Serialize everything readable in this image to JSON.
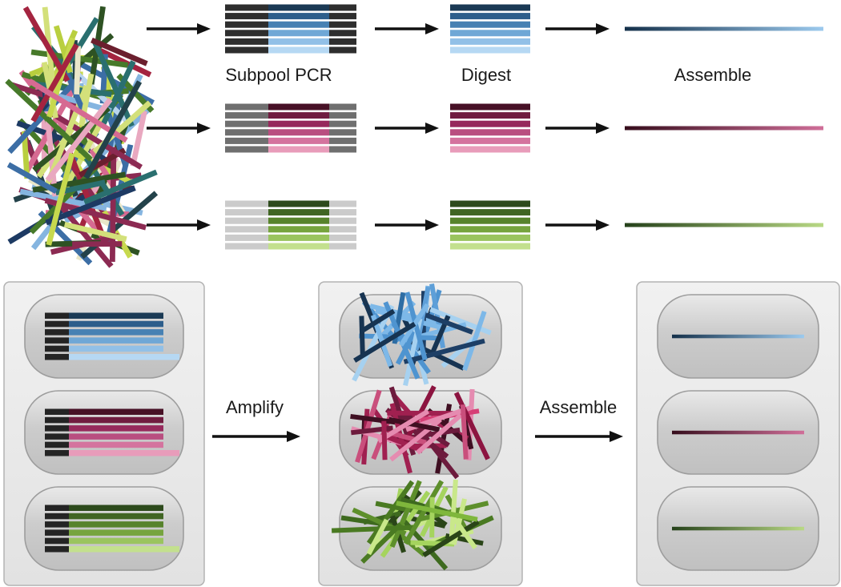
{
  "labels": {
    "subpool_pcr": "Subpool PCR",
    "digest": "Digest",
    "assemble_top": "Assemble",
    "amplify": "Amplify",
    "assemble_bottom": "Assemble"
  },
  "arrow_color": "#111111",
  "well_cap_color": "#242424",
  "pools": [
    {
      "name": "blue",
      "cap_color": "#2e2e2e",
      "shades": [
        "#1b3a55",
        "#2d5e8b",
        "#4781b3",
        "#6fa7d6",
        "#92c0e7",
        "#b6d8f3"
      ],
      "line_gradient": [
        "#14304a",
        "#9ccaee"
      ],
      "tangle_palette": [
        "#1d3f66",
        "#2e6da4",
        "#4f94d0",
        "#7db8e8",
        "#a6d1f0",
        "#173452",
        "#5e9fd8"
      ]
    },
    {
      "name": "pink",
      "cap_color": "#6f6f6f",
      "shades": [
        "#471126",
        "#701c40",
        "#96295c",
        "#b94e80",
        "#d4739e",
        "#e89cba"
      ],
      "line_gradient": [
        "#360d1c",
        "#d06f99"
      ],
      "tangle_palette": [
        "#3f0f22",
        "#6d1b3d",
        "#a02050",
        "#c94f7c",
        "#e58bb0",
        "#8c1440",
        "#d63f76"
      ]
    },
    {
      "name": "green",
      "cap_color": "#cbcbcb",
      "shades": [
        "#2d4a1c",
        "#406523",
        "#57832c",
        "#76a43e",
        "#9ac45f",
        "#c3e08e"
      ],
      "line_gradient": [
        "#25411a",
        "#b9d985"
      ],
      "tangle_palette": [
        "#2a4518",
        "#3e6a1f",
        "#5d8f2b",
        "#7fb73c",
        "#a5d45e",
        "#c9e88a",
        "#4a7a22"
      ]
    }
  ],
  "mixed_pool_palette": [
    "#b9cf3f",
    "#d3e07a",
    "#e9e6c9",
    "#6b1f2e",
    "#a42440",
    "#d66a92",
    "#e9a8c0",
    "#1d3a63",
    "#3c6ea5",
    "#85b5e0",
    "#b8d4ee",
    "#2e5223",
    "#477a2a",
    "#2a6f6f",
    "#23424a",
    "#8c2a52",
    "#c7d94e"
  ]
}
